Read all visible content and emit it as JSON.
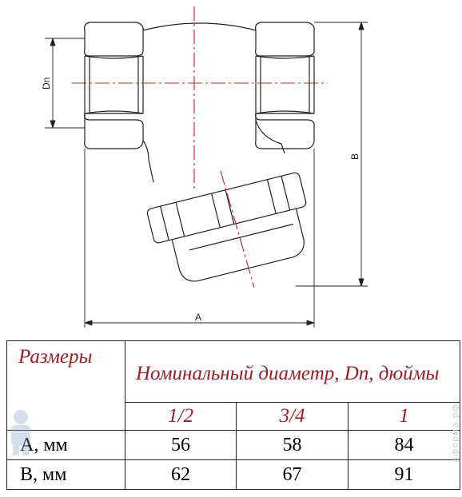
{
  "drawing": {
    "labels": {
      "dn": "Dn",
      "a": "A",
      "b": "B"
    },
    "colors": {
      "line": "#222222",
      "centerline": "#c8202a"
    }
  },
  "table": {
    "header_left": "Размеры",
    "header_main": "Номинальный диаметр,  Dn, дюймы",
    "sizes": [
      "1/2",
      "3/4",
      "1"
    ],
    "rows": [
      {
        "label": "A, мм",
        "values": [
          "56",
          "58",
          "84"
        ]
      },
      {
        "label": "B, мм",
        "values": [
          "62",
          "67",
          "91"
        ]
      }
    ],
    "colors": {
      "accent": "#9b1b1f",
      "text": "#111111",
      "border": "#222222"
    }
  },
  "watermark": {
    "text": "аформа.рф",
    "icon": "plumber-mascot-icon"
  }
}
